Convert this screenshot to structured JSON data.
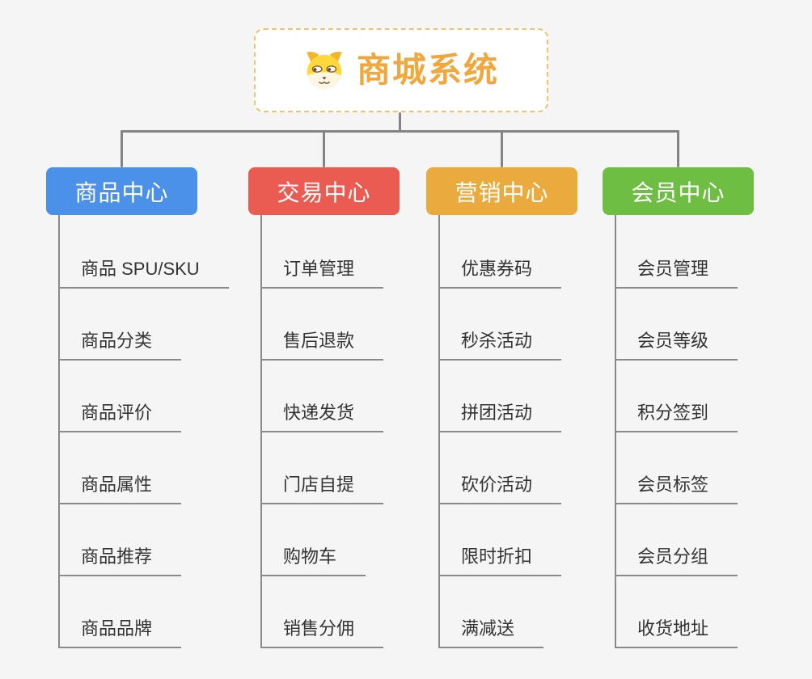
{
  "root": {
    "title": "商城系统",
    "icon": "dog-face-icon"
  },
  "colors": {
    "root_title": "#f0a73e",
    "root_border": "#f3c26b",
    "connector": "#848484",
    "item_line": "#8a8a8a",
    "item_text": "#333333",
    "background": "#f5f5f6"
  },
  "branches": [
    {
      "id": "product",
      "label": "商品中心",
      "color": "#4b91ea",
      "items": [
        "商品 SPU/SKU",
        "商品分类",
        "商品评价",
        "商品属性",
        "商品推荐",
        "商品品牌"
      ]
    },
    {
      "id": "trade",
      "label": "交易中心",
      "color": "#ea5b52",
      "items": [
        "订单管理",
        "售后退款",
        "快递发货",
        "门店自提",
        "购物车",
        "销售分佣"
      ]
    },
    {
      "id": "marketing",
      "label": "营销中心",
      "color": "#ebaa3d",
      "items": [
        "优惠券码",
        "秒杀活动",
        "拼团活动",
        "砍价活动",
        "限时折扣",
        "满减送"
      ]
    },
    {
      "id": "member",
      "label": "会员中心",
      "color": "#6fbe44",
      "items": [
        "会员管理",
        "会员等级",
        "积分签到",
        "会员标签",
        "会员分组",
        "收货地址"
      ]
    }
  ]
}
